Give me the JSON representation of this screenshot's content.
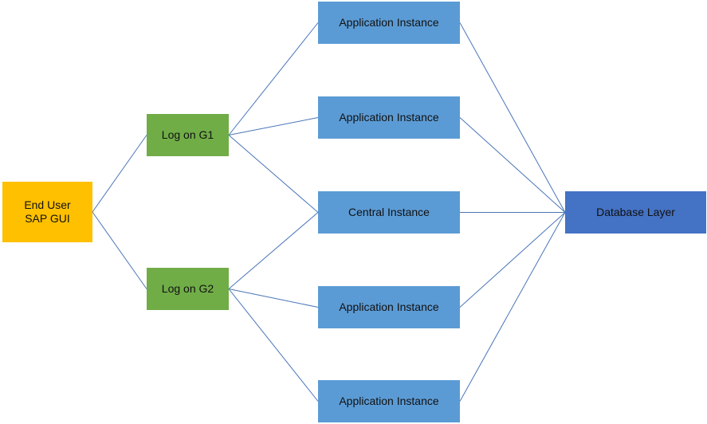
{
  "diagram": {
    "nodes": [
      {
        "id": "end_user",
        "label": "End User\nSAP GUI",
        "color": "#ffc000"
      },
      {
        "id": "logon_g1",
        "label": "Log on G1",
        "color": "#70ad47"
      },
      {
        "id": "logon_g2",
        "label": "Log on G2",
        "color": "#70ad47"
      },
      {
        "id": "app_1",
        "label": "Application Instance",
        "color": "#5b9bd5"
      },
      {
        "id": "app_2",
        "label": "Application Instance",
        "color": "#5b9bd5"
      },
      {
        "id": "central",
        "label": "Central Instance",
        "color": "#5b9bd5"
      },
      {
        "id": "app_4",
        "label": "Application Instance",
        "color": "#5b9bd5"
      },
      {
        "id": "app_5",
        "label": "Application Instance",
        "color": "#5b9bd5"
      },
      {
        "id": "database",
        "label": "Database Layer",
        "color": "#4472c4"
      }
    ],
    "edges": [
      {
        "from": "end_user",
        "to": "logon_g1"
      },
      {
        "from": "end_user",
        "to": "logon_g2"
      },
      {
        "from": "logon_g1",
        "to": "app_1"
      },
      {
        "from": "logon_g1",
        "to": "app_2"
      },
      {
        "from": "logon_g1",
        "to": "central"
      },
      {
        "from": "logon_g2",
        "to": "central"
      },
      {
        "from": "logon_g2",
        "to": "app_4"
      },
      {
        "from": "logon_g2",
        "to": "app_5"
      },
      {
        "from": "app_1",
        "to": "database"
      },
      {
        "from": "app_2",
        "to": "database"
      },
      {
        "from": "central",
        "to": "database"
      },
      {
        "from": "app_4",
        "to": "database"
      },
      {
        "from": "app_5",
        "to": "database"
      }
    ],
    "edge_color": "#4a76b8"
  }
}
